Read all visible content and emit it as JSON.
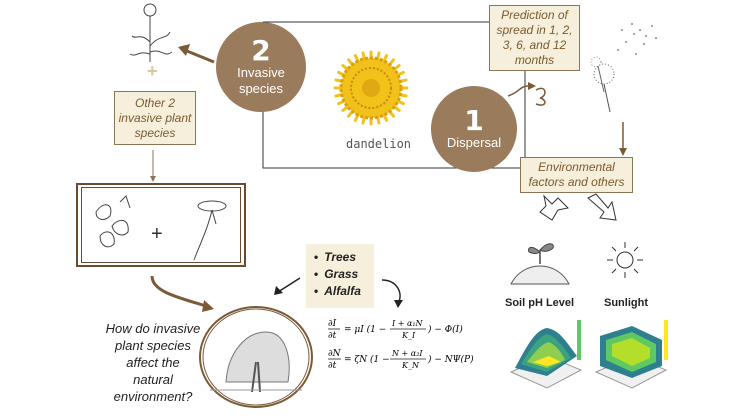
{
  "center": {
    "flower_caption": "dandelion"
  },
  "step1": {
    "number": "1",
    "label": "Dispersal"
  },
  "step2": {
    "number": "2",
    "label_line1": "Invasive",
    "label_line2": "species"
  },
  "prediction": {
    "lines": [
      "Prediction of",
      "spread in 1, 2,",
      "3, 6, and 12",
      "months"
    ]
  },
  "other_species": {
    "lines": [
      "Other 2",
      "invasive plant",
      "species"
    ]
  },
  "environment": {
    "lines": [
      "Environmental",
      "factors and others"
    ]
  },
  "plus_sign": "+",
  "bullets": [
    "Trees",
    "Grass",
    "Alfalfa"
  ],
  "question": {
    "lines": [
      "How do invasive",
      "plant species",
      "affect the",
      "natural",
      "environment?"
    ]
  },
  "factors": {
    "soil": "Soil pH Level",
    "sun": "Sunlight"
  },
  "colors": {
    "brown": "#9a7b5b",
    "arrow": "#7b5a37",
    "note_bg": "#f6efdb",
    "note_border": "#8a7555",
    "dandelion": "#f2c21a"
  }
}
